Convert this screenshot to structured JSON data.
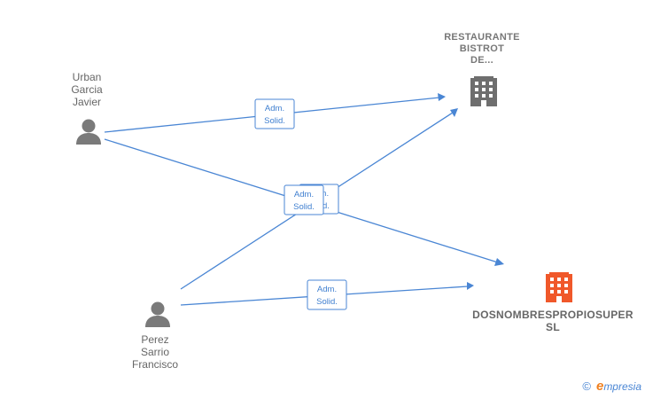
{
  "nodes": {
    "urban": {
      "lines": [
        "Urban",
        "Garcia",
        "Javier"
      ]
    },
    "perez": {
      "lines": [
        "Perez",
        "Sarrio",
        "Francisco"
      ]
    },
    "restaurante": {
      "lines": [
        "RESTAURANTE",
        "BISTROT",
        "DE..."
      ]
    },
    "dosnombres": {
      "lines": [
        "DOSNOMBRESPROPIOSUPER",
        "SL"
      ]
    }
  },
  "edges": [
    {
      "from": "urban",
      "to": "restaurante",
      "role": [
        "Adm.",
        "Solid."
      ]
    },
    {
      "from": "urban",
      "to": "dosnombres",
      "role": [
        "Adm.",
        "Solid."
      ]
    },
    {
      "from": "perez",
      "to": "restaurante",
      "role": [
        "Adm.",
        "Solid."
      ]
    },
    {
      "from": "perez",
      "to": "dosnombres",
      "role": [
        "Adm.",
        "Solid."
      ]
    }
  ],
  "colors": {
    "edge": "#4a86d4",
    "person_icon": "#7a7a7a",
    "company_icon": "#6e6e6e",
    "company_highlight_icon": "#f0582a"
  },
  "footer": {
    "copyright": "©",
    "brand_initial": "e",
    "brand_rest": "mpresia"
  }
}
